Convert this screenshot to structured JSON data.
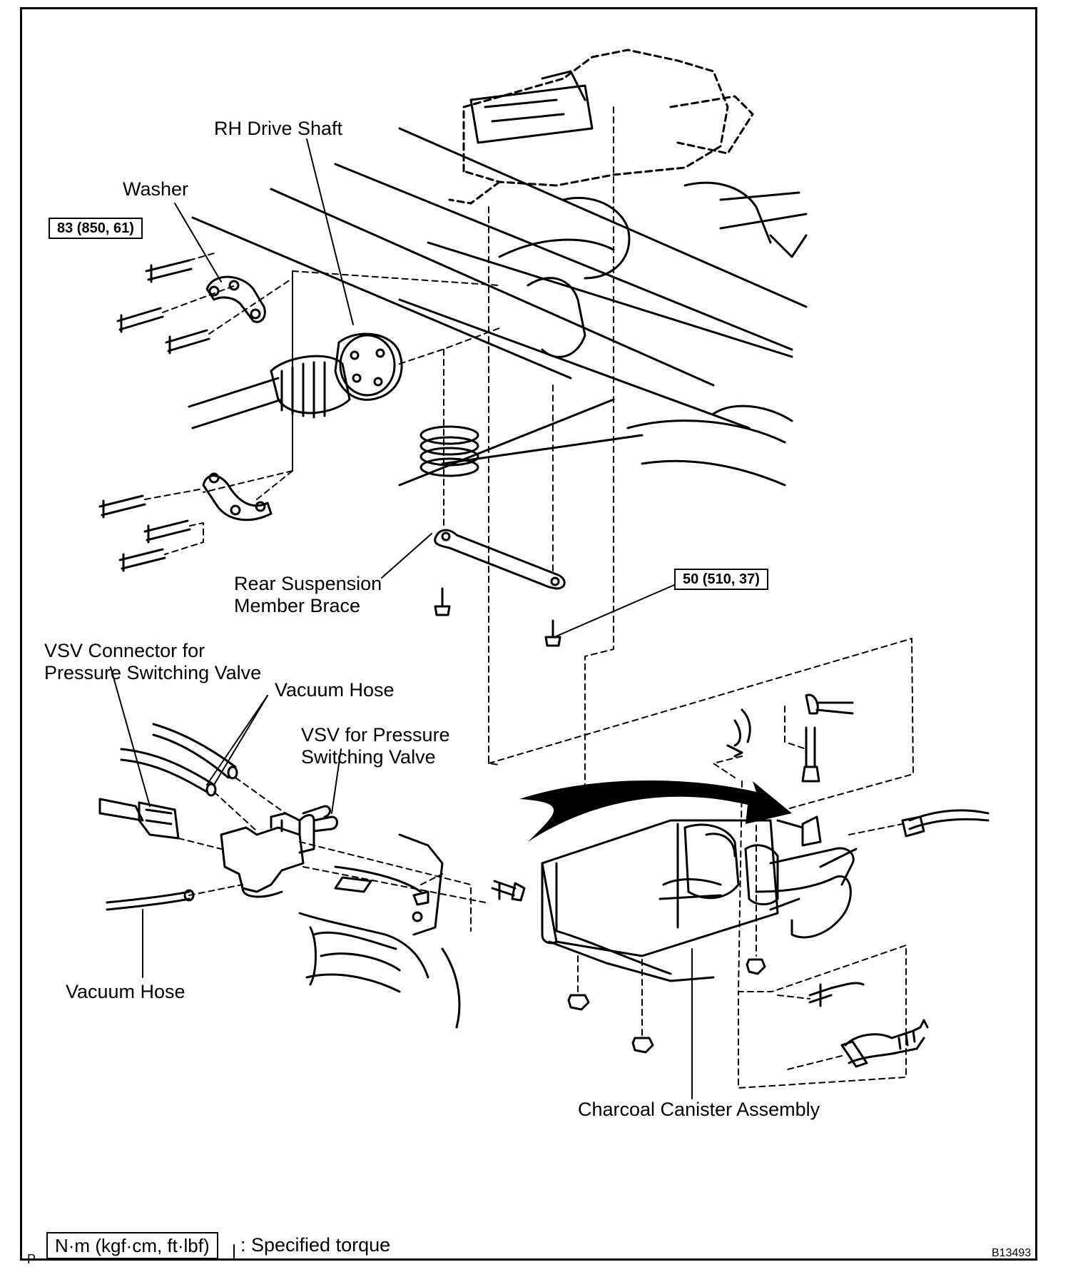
{
  "labels": {
    "rh_drive_shaft": "RH Drive Shaft",
    "washer": "Washer",
    "rear_brace": [
      "Rear Suspension",
      "Member Brace"
    ],
    "vsv_connector": [
      "VSV Connector for",
      "Pressure Switching Valve"
    ],
    "vacuum_hose_top": "Vacuum Hose",
    "vsv_valve": [
      "VSV for Pressure",
      "Switching Valve"
    ],
    "vacuum_hose_bottom": "Vacuum Hose",
    "charcoal_canister": "Charcoal Canister Assembly"
  },
  "torques": {
    "drive_shaft_bolts": "83 (850, 61)",
    "brace_bolt": "50 (510, 37)"
  },
  "legend": {
    "unit_box": "N·m (kgf·cm, ft·lbf)",
    "text": ": Specified torque"
  },
  "footer": {
    "page_marker": "P",
    "figure_id": "B13493"
  }
}
